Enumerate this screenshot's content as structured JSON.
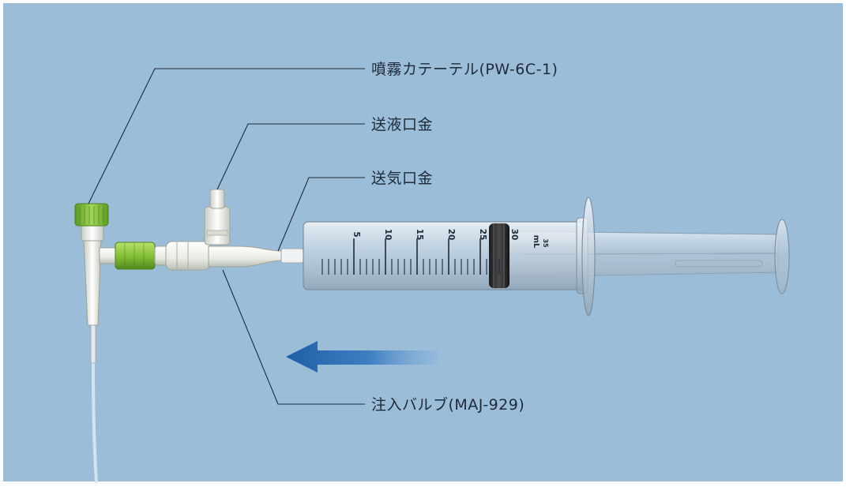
{
  "callouts": {
    "spray_catheter": "噴霧カテーテル(PW-6C-1)",
    "liquid_port": "送液口金",
    "air_port": "送気口金",
    "injection_valve": "注入バルブ(MAJ-929)"
  },
  "syringe": {
    "unit": "mL",
    "scale_labels": [
      "5",
      "10",
      "15",
      "20",
      "25",
      "30",
      "35"
    ]
  },
  "colors": {
    "background": "#9bbdd8",
    "accent_green": "#86c23a",
    "arrow_blue": "#2767ad"
  },
  "icons": {
    "flow_arrow": "left-arrow-icon"
  }
}
